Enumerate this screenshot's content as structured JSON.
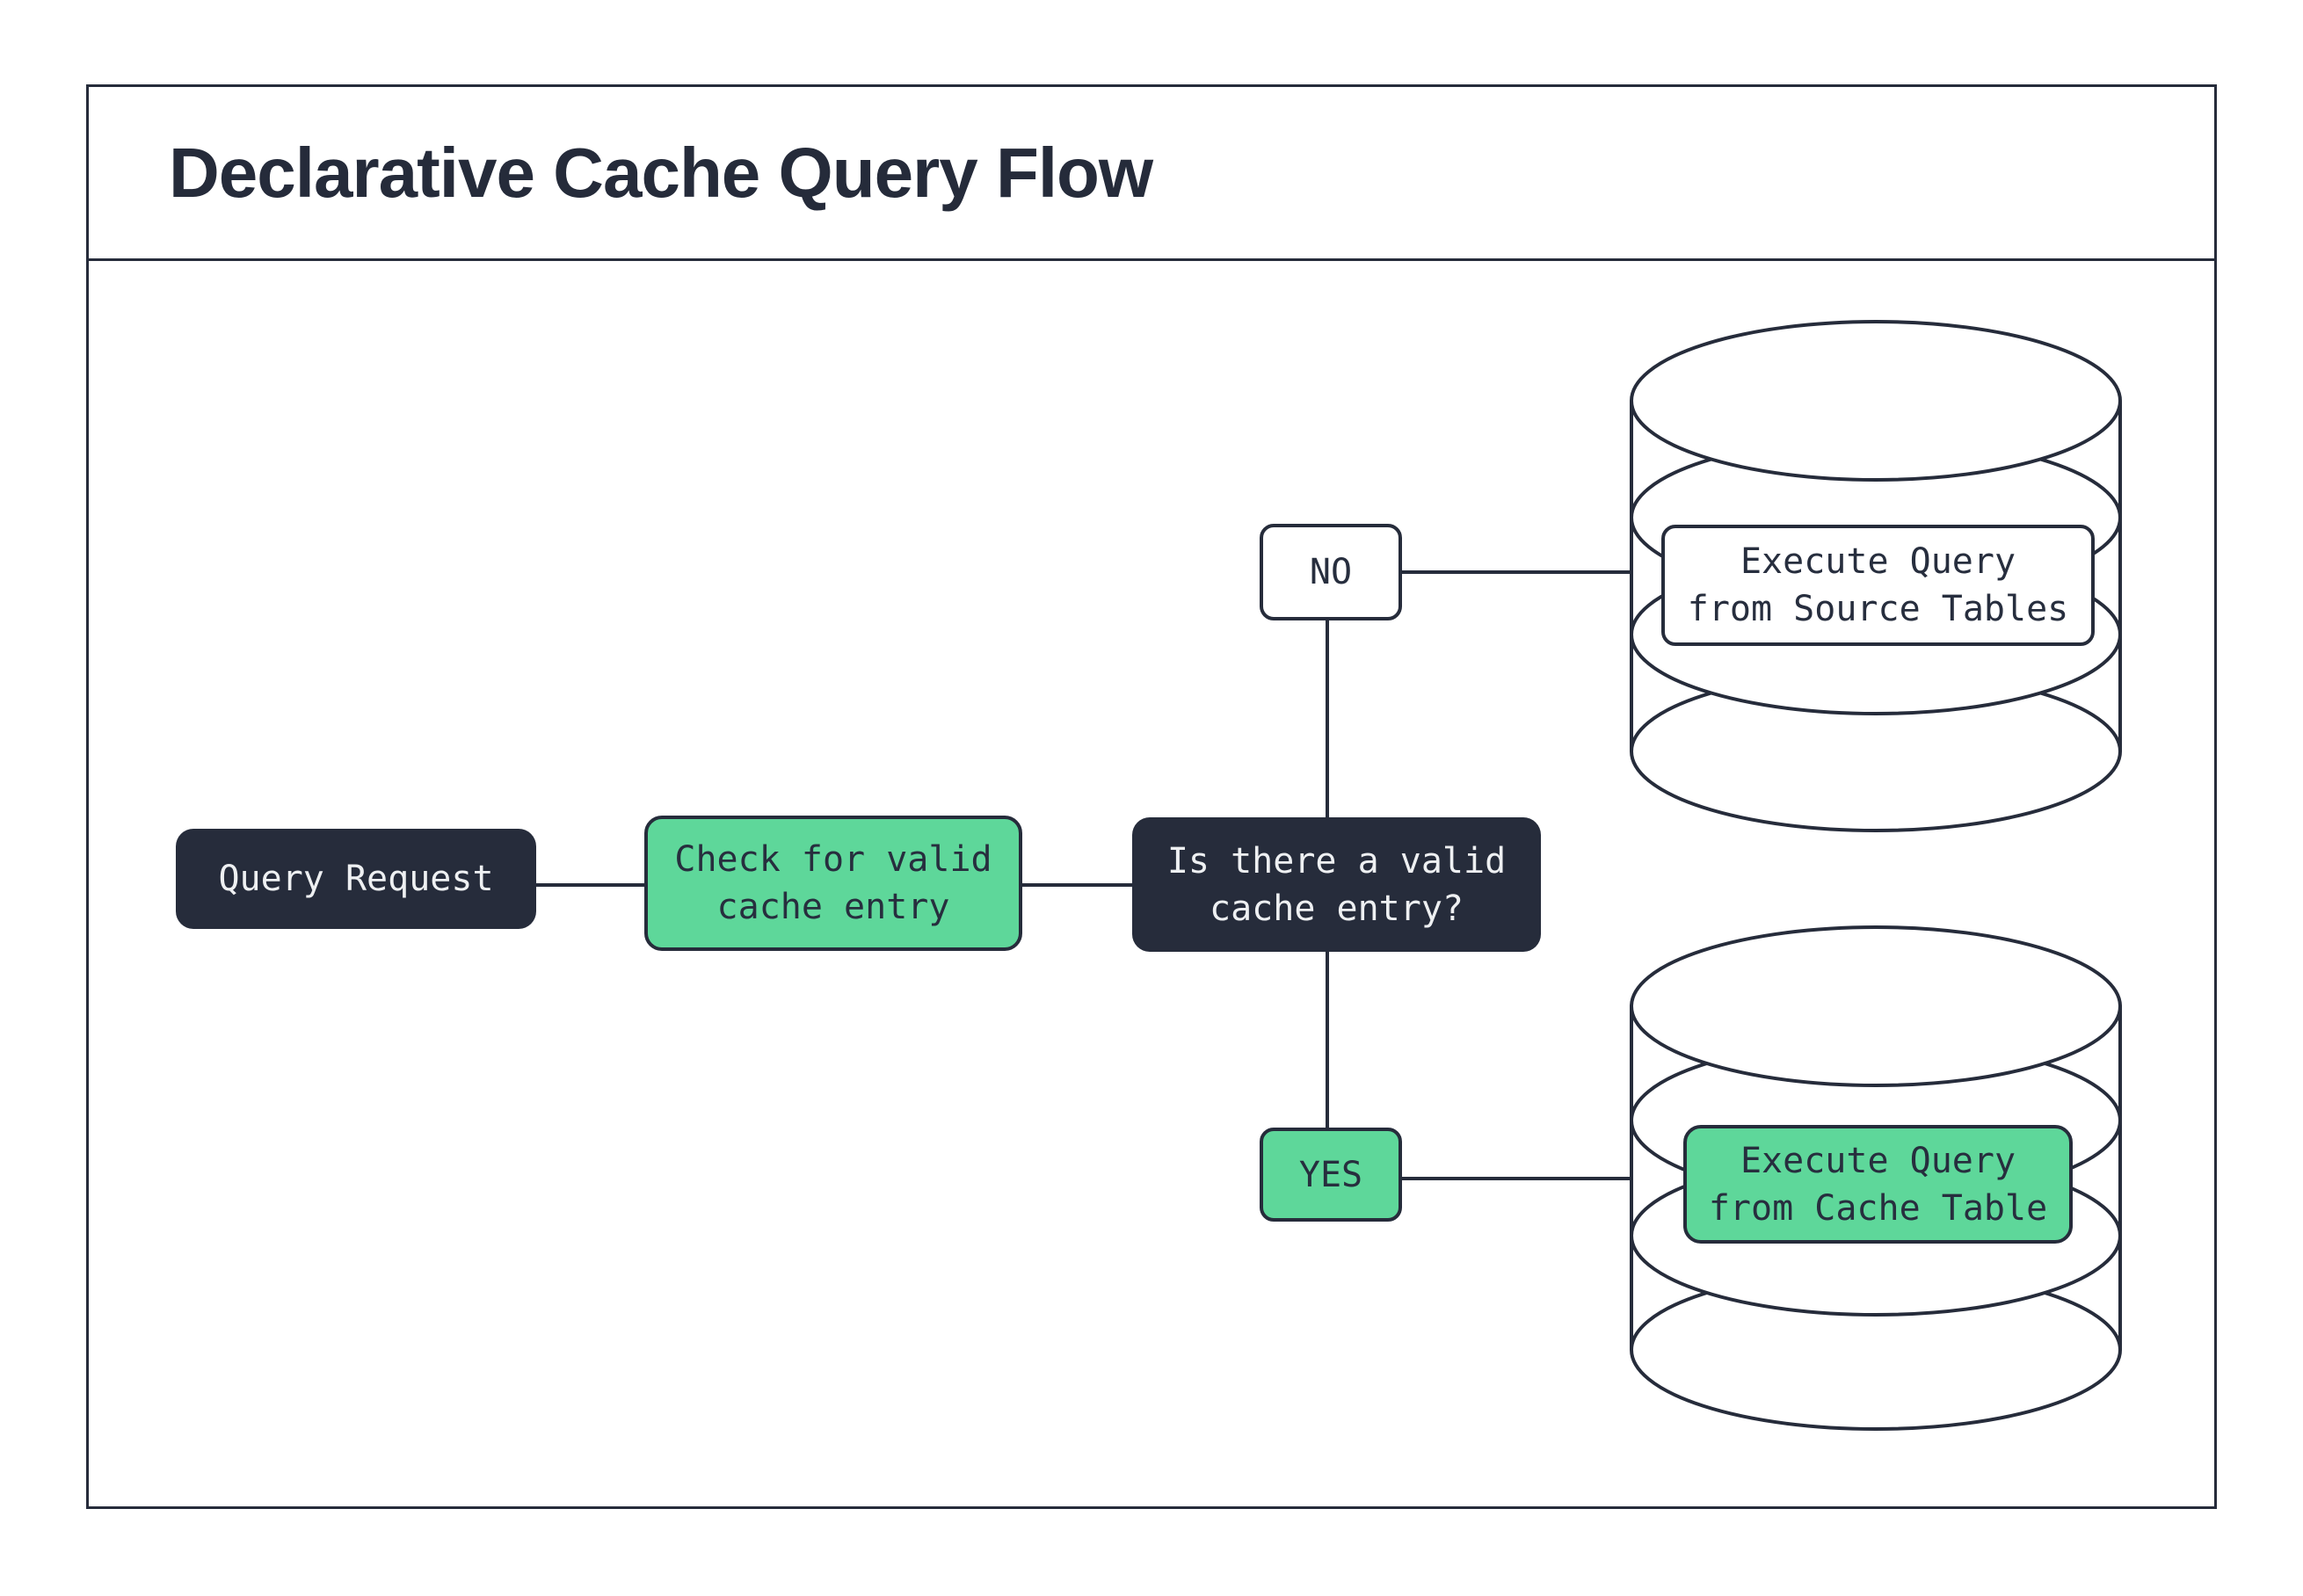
{
  "title": "Declarative Cache Query Flow",
  "colors": {
    "ink": "#262c3b",
    "green": "#5ed79a",
    "paper": "#ffffff",
    "light_text": "#eef0f2"
  },
  "nodes": {
    "query_request": {
      "label": "Query Request"
    },
    "check_cache": {
      "line1": "Check for valid",
      "line2": "cache entry"
    },
    "decision": {
      "line1": "Is there a valid",
      "line2": "cache entry?"
    },
    "no_branch": {
      "label": "NO"
    },
    "yes_branch": {
      "label": "YES"
    },
    "source_db": {
      "line1": "Execute Query",
      "line2": "from Source Tables"
    },
    "cache_db": {
      "line1": "Execute Query",
      "line2": "from Cache Table"
    }
  }
}
